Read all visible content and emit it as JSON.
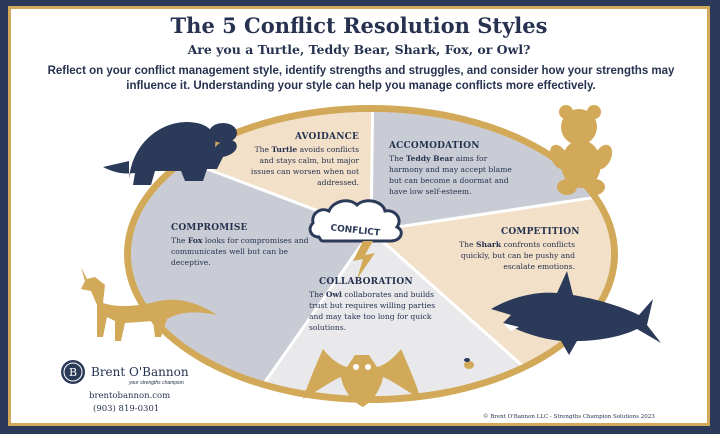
{
  "header": {
    "title": "The 5 Conflict Resolution Styles",
    "subtitle": "Are you a Turtle, Teddy Bear, Shark, Fox, or Owl?",
    "intro": "Reflect on your conflict management style, identify strengths and struggles, and consider how your strengths may influence it. Understanding your style can help you manage conflicts more effectively."
  },
  "center": {
    "label": "CONFLICT"
  },
  "styles": {
    "avoidance": {
      "title": "AVOIDANCE",
      "pre": "The ",
      "animal": "Turtle",
      "post": " avoids conflicts and stays calm, but major issues can worsen when not addressed."
    },
    "accomodation": {
      "title": "ACCOMODATION",
      "pre": "The ",
      "animal": "Teddy Bear",
      "post": " aims for harmony and may accept blame but can become a doormat and have low self-esteem."
    },
    "competition": {
      "title": "COMPETITION",
      "pre": "The ",
      "animal": "Shark",
      "post": " confronts conflicts quickly, but can be pushy and escalate emotions."
    },
    "collaboration": {
      "title": "COLLABORATION",
      "pre": "The ",
      "animal": "Owl",
      "post": " collaborates and builds trust but requires willing parties and may take too long for quick solutions."
    },
    "compromise": {
      "title": "COMPROMISE",
      "pre": "The ",
      "animal": "Fox",
      "post": " looks for compromises and communicates well but can be deceptive."
    }
  },
  "brand": {
    "logo_letter": "B",
    "name": "Brent O'Bannon",
    "tagline": "your strengths champion",
    "website": "brentobannon.com",
    "phone": "(903) 819-0301"
  },
  "footer": {
    "copyright": "© Brent O'Bannon LLC - Strengths Champion Solutions 2023"
  },
  "colors": {
    "navy": "#26324f",
    "gold": "#d2a958",
    "gray_segment": "#c9ccd4",
    "peach_segment": "#f2e0c8",
    "light_segment": "#e9e9ec"
  }
}
